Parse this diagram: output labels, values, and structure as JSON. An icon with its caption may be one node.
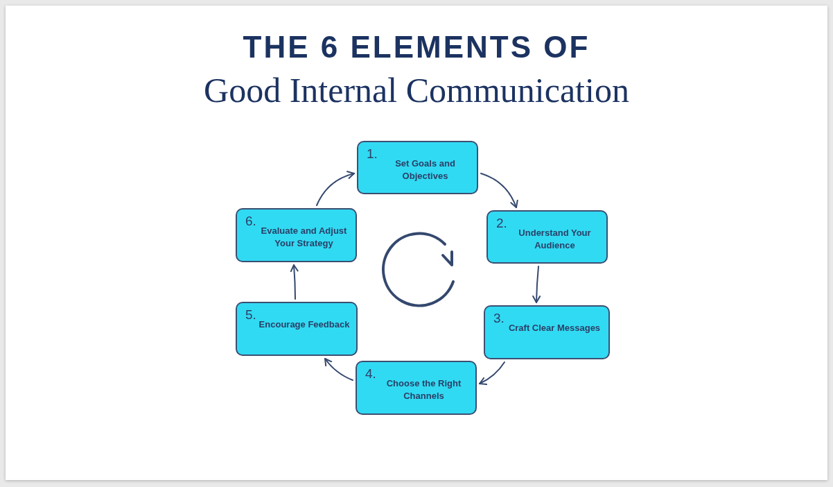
{
  "diagram": {
    "title": "THE 6 ELEMENTS OF",
    "nodes": [
      {
        "text": [
          "1.",
          "Set Goals and Objectives"
        ]
      },
      {
        "text": [
          "2.",
          "Understand Your Audience"
        ]
      },
      {
        "text": [
          "3.",
          "Craft Clear Messages"
        ]
      },
      {
        "text": [
          "4.",
          "Choose the Right Channels"
        ]
      },
      {
        "text": [
          "5.",
          "Encourage Feedback"
        ]
      },
      {
        "text": [
          "6.",
          "Evaluate and Adjust Your Strategy"
        ]
      }
    ],
    "edges": [
      {
        "from": 0,
        "to": 1,
        "arrow": "to"
      },
      {
        "from": 1,
        "to": 2,
        "arrow": "to"
      },
      {
        "from": 2,
        "to": 3,
        "arrow": "to"
      },
      {
        "from": 3,
        "to": 4,
        "arrow": "to"
      },
      {
        "from": 4,
        "to": 5,
        "arrow": "to"
      },
      {
        "from": 5,
        "to": 0,
        "arrow": "to"
      }
    ],
    "labels": [
      "Good Internal Communication"
    ]
  }
}
